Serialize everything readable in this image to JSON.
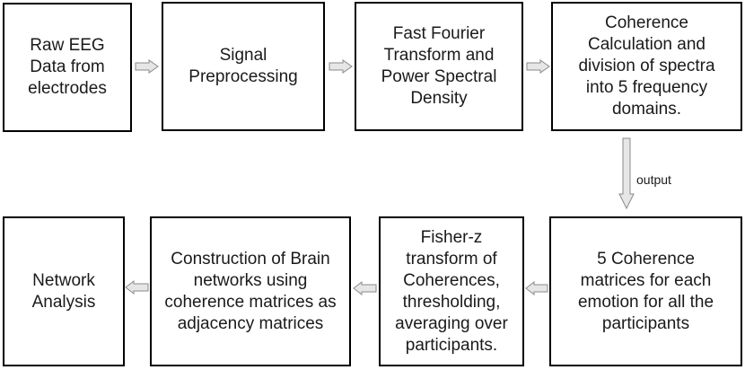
{
  "boxes": {
    "raw_eeg": "Raw EEG\nData from\nelectrodes",
    "signal_preprocessing": "Signal\nPreprocessing",
    "fft_psd": "Fast Fourier\nTransform and\nPower Spectral\nDensity",
    "coherence_calc": "Coherence\nCalculation and\ndivision of spectra\ninto 5 frequency\ndomains.",
    "coherence_matrices": "5 Coherence\nmatrices for each\nemotion for all the\nparticipants",
    "fisher_z": "Fisher-z\ntransform of\nCoherences,\nthresholding,\naveraging over\nparticipants.",
    "brain_networks": "Construction of Brain\nnetworks using\ncoherence matrices as\nadjacency matrices",
    "network_analysis": "Network\nAnalysis"
  },
  "arrow_label": "output",
  "colors": {
    "arrow_fill": "#e6e6e6",
    "arrow_stroke": "#8a8a8a",
    "box_border": "#000000"
  }
}
